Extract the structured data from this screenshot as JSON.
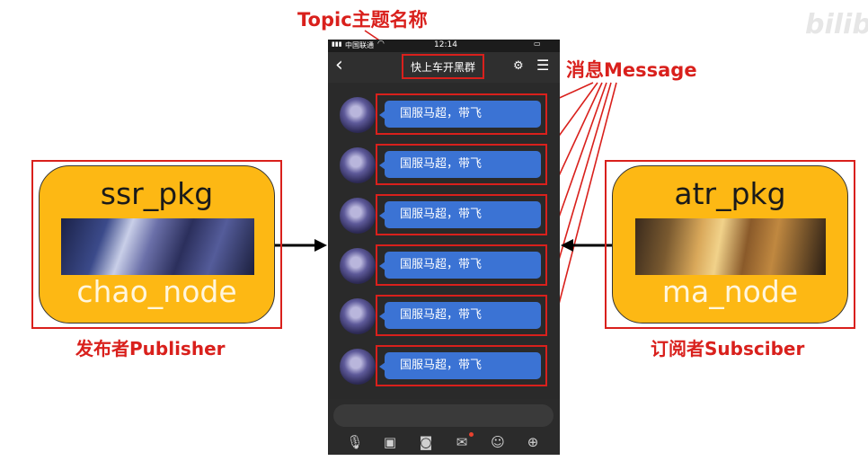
{
  "watermark": "bilibili",
  "labels": {
    "topic": "Topic主题名称",
    "message": "消息Message",
    "publisher": "发布者Publisher",
    "subscriber": "订阅者Subsciber"
  },
  "publisher_node": {
    "pkg": "ssr_pkg",
    "node": "chao_node"
  },
  "subscriber_node": {
    "pkg": "atr_pkg",
    "node": "ma_node"
  },
  "phone": {
    "carrier": "中国联通",
    "time": "12:14",
    "back_icon": "‹",
    "group_title": "快上车开黑群",
    "messages": [
      "国服马超，带飞",
      "国服马超，带飞",
      "国服马超，带飞",
      "国服马超，带飞",
      "国服马超，带飞",
      "国服马超，带飞"
    ],
    "toolbar_icons": [
      "microphone-icon",
      "image-icon",
      "camera-icon",
      "red-envelope-icon",
      "emoji-icon",
      "plus-icon"
    ]
  },
  "colors": {
    "annotation_red": "#d9201c",
    "node_fill": "#fdb814",
    "bubble_blue": "#3b73d4"
  }
}
